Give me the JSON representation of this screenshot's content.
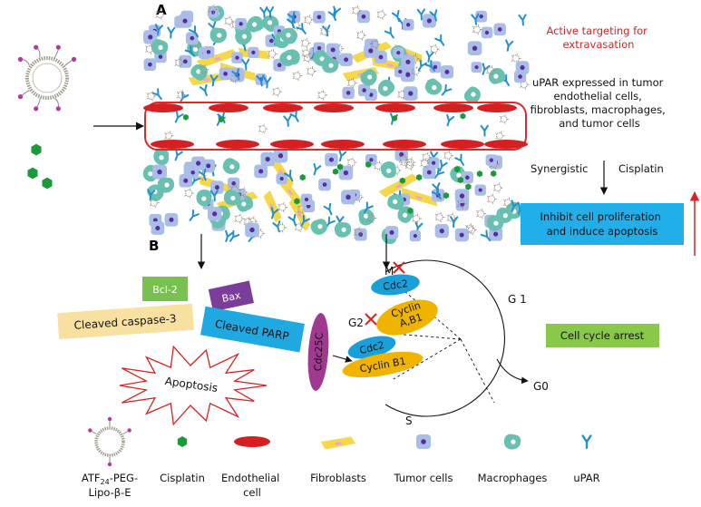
{
  "panels": {
    "a": "A",
    "b": "B"
  },
  "right_column": {
    "active_targeting": "Active targeting for extravasation",
    "active_targeting_lines": [
      "Active targeting for",
      "extravasation"
    ],
    "upar_expressed_lines": [
      "uPAR expressed in tumor",
      "endothelial cells,",
      "fibroblasts, macrophages,",
      "and tumor cells"
    ],
    "synergistic": "Synergistic",
    "cisplatin": "Cisplatin",
    "inhibit_lines": [
      "Inhibit cell proliferation",
      "and induce apoptosis"
    ],
    "cell_cycle_arrest": "Cell cycle arrest"
  },
  "apoptosis_labels": {
    "bcl2": "Bcl-2",
    "bax": "Bax",
    "cleaved_caspase": "Cleaved caspase-3",
    "cleaved_parp": "Cleaved PARP",
    "apoptosis": "Apoptosis",
    "cdc25c": "Cdc25C"
  },
  "cell_cycle": {
    "m": "M",
    "g1": "G 1",
    "g2": "G2",
    "g0": "G0",
    "s": "S",
    "cdc2_top": "Cdc2",
    "cyclin_ab1_lines": [
      "Cyclin",
      "A,B1"
    ],
    "cdc2_bottom": "Cdc2",
    "cyclin_b1": "Cyclin B1"
  },
  "legend": [
    {
      "id": "liposome",
      "lines": [
        "Lipo-β-E"
      ],
      "prefix": "ATF",
      "sub": "24",
      "suffix": "-PEG-"
    },
    {
      "id": "cisplatin",
      "lines": [
        "Cisplatin"
      ]
    },
    {
      "id": "endothelial",
      "lines": [
        "Endothelial",
        "cell"
      ]
    },
    {
      "id": "fibroblasts",
      "lines": [
        "Fibroblasts"
      ]
    },
    {
      "id": "tumor",
      "lines": [
        "Tumor cells"
      ]
    },
    {
      "id": "macrophages",
      "lines": [
        "Macrophages"
      ]
    },
    {
      "id": "upar",
      "lines": [
        "uPAR"
      ]
    }
  ],
  "colors": {
    "vessel": "#e02828",
    "vessel_cell": "#d42020",
    "fibroblast": "#f5d84a",
    "fibroblast_spot": "#e8a8c8",
    "tumor_fill": "#a9bde6",
    "tumor_nucleus": "#5a2aa0",
    "macrophage": "#6ac0b0",
    "upar": "#1f8fd0",
    "cisplatin": "#1a9a3a",
    "bcl2": "#78c050",
    "bax": "#7a3e9a",
    "caspase": "#f8e0a0",
    "parp": "#20a8e0",
    "cdc25c": "#a03a90",
    "cdc2": "#1aa0d8",
    "cyclin": "#f0b400",
    "cell_cycle_arrest": "#8ac84a",
    "inhibit_box": "#22aee8",
    "active_targeting_text": "#e02020",
    "red_arrow": "#e02020",
    "apoptosis_star": "#e02020"
  }
}
